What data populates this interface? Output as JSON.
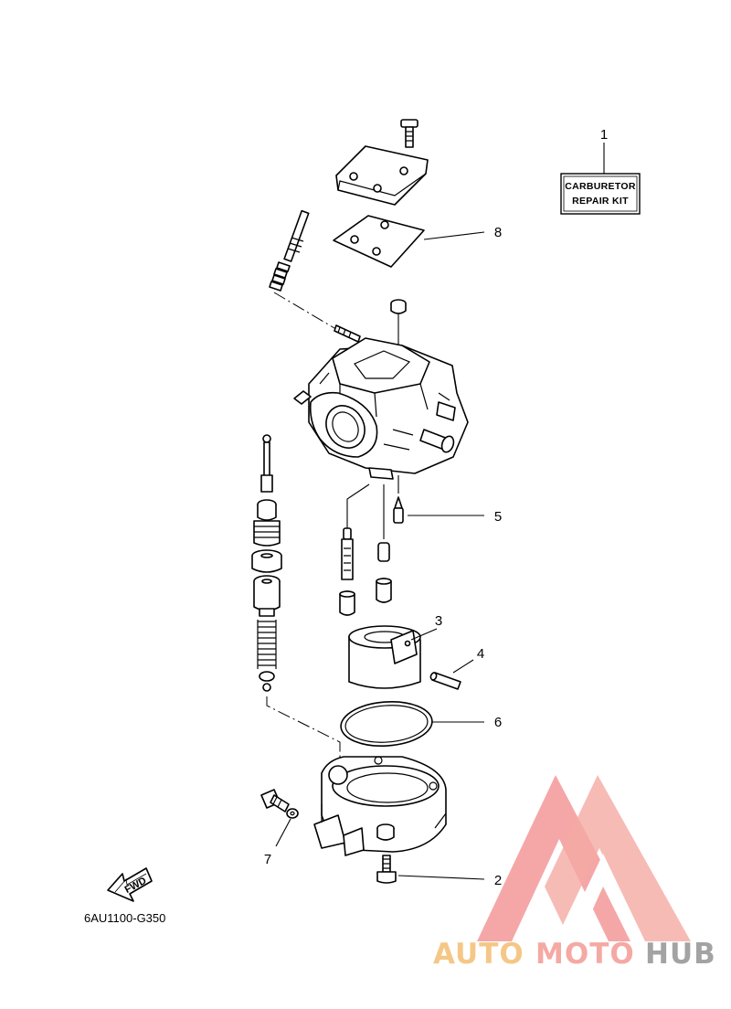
{
  "diagram": {
    "code": "6AU1100-G350",
    "callouts": [
      "1",
      "2",
      "3",
      "4",
      "5",
      "6",
      "7",
      "8"
    ],
    "repair_kit": {
      "line1": "CARBURETOR",
      "line2": "REPAIR KIT"
    },
    "fwd_label": "FWD"
  },
  "watermark": {
    "part1": "AUTO",
    "part2": "MOTO",
    "part3": "HUB",
    "colors": {
      "auto": "#f5c27a",
      "moto": "#f4a09a",
      "hub": "#9a9a9a",
      "triangle": "#f28c8c"
    }
  }
}
